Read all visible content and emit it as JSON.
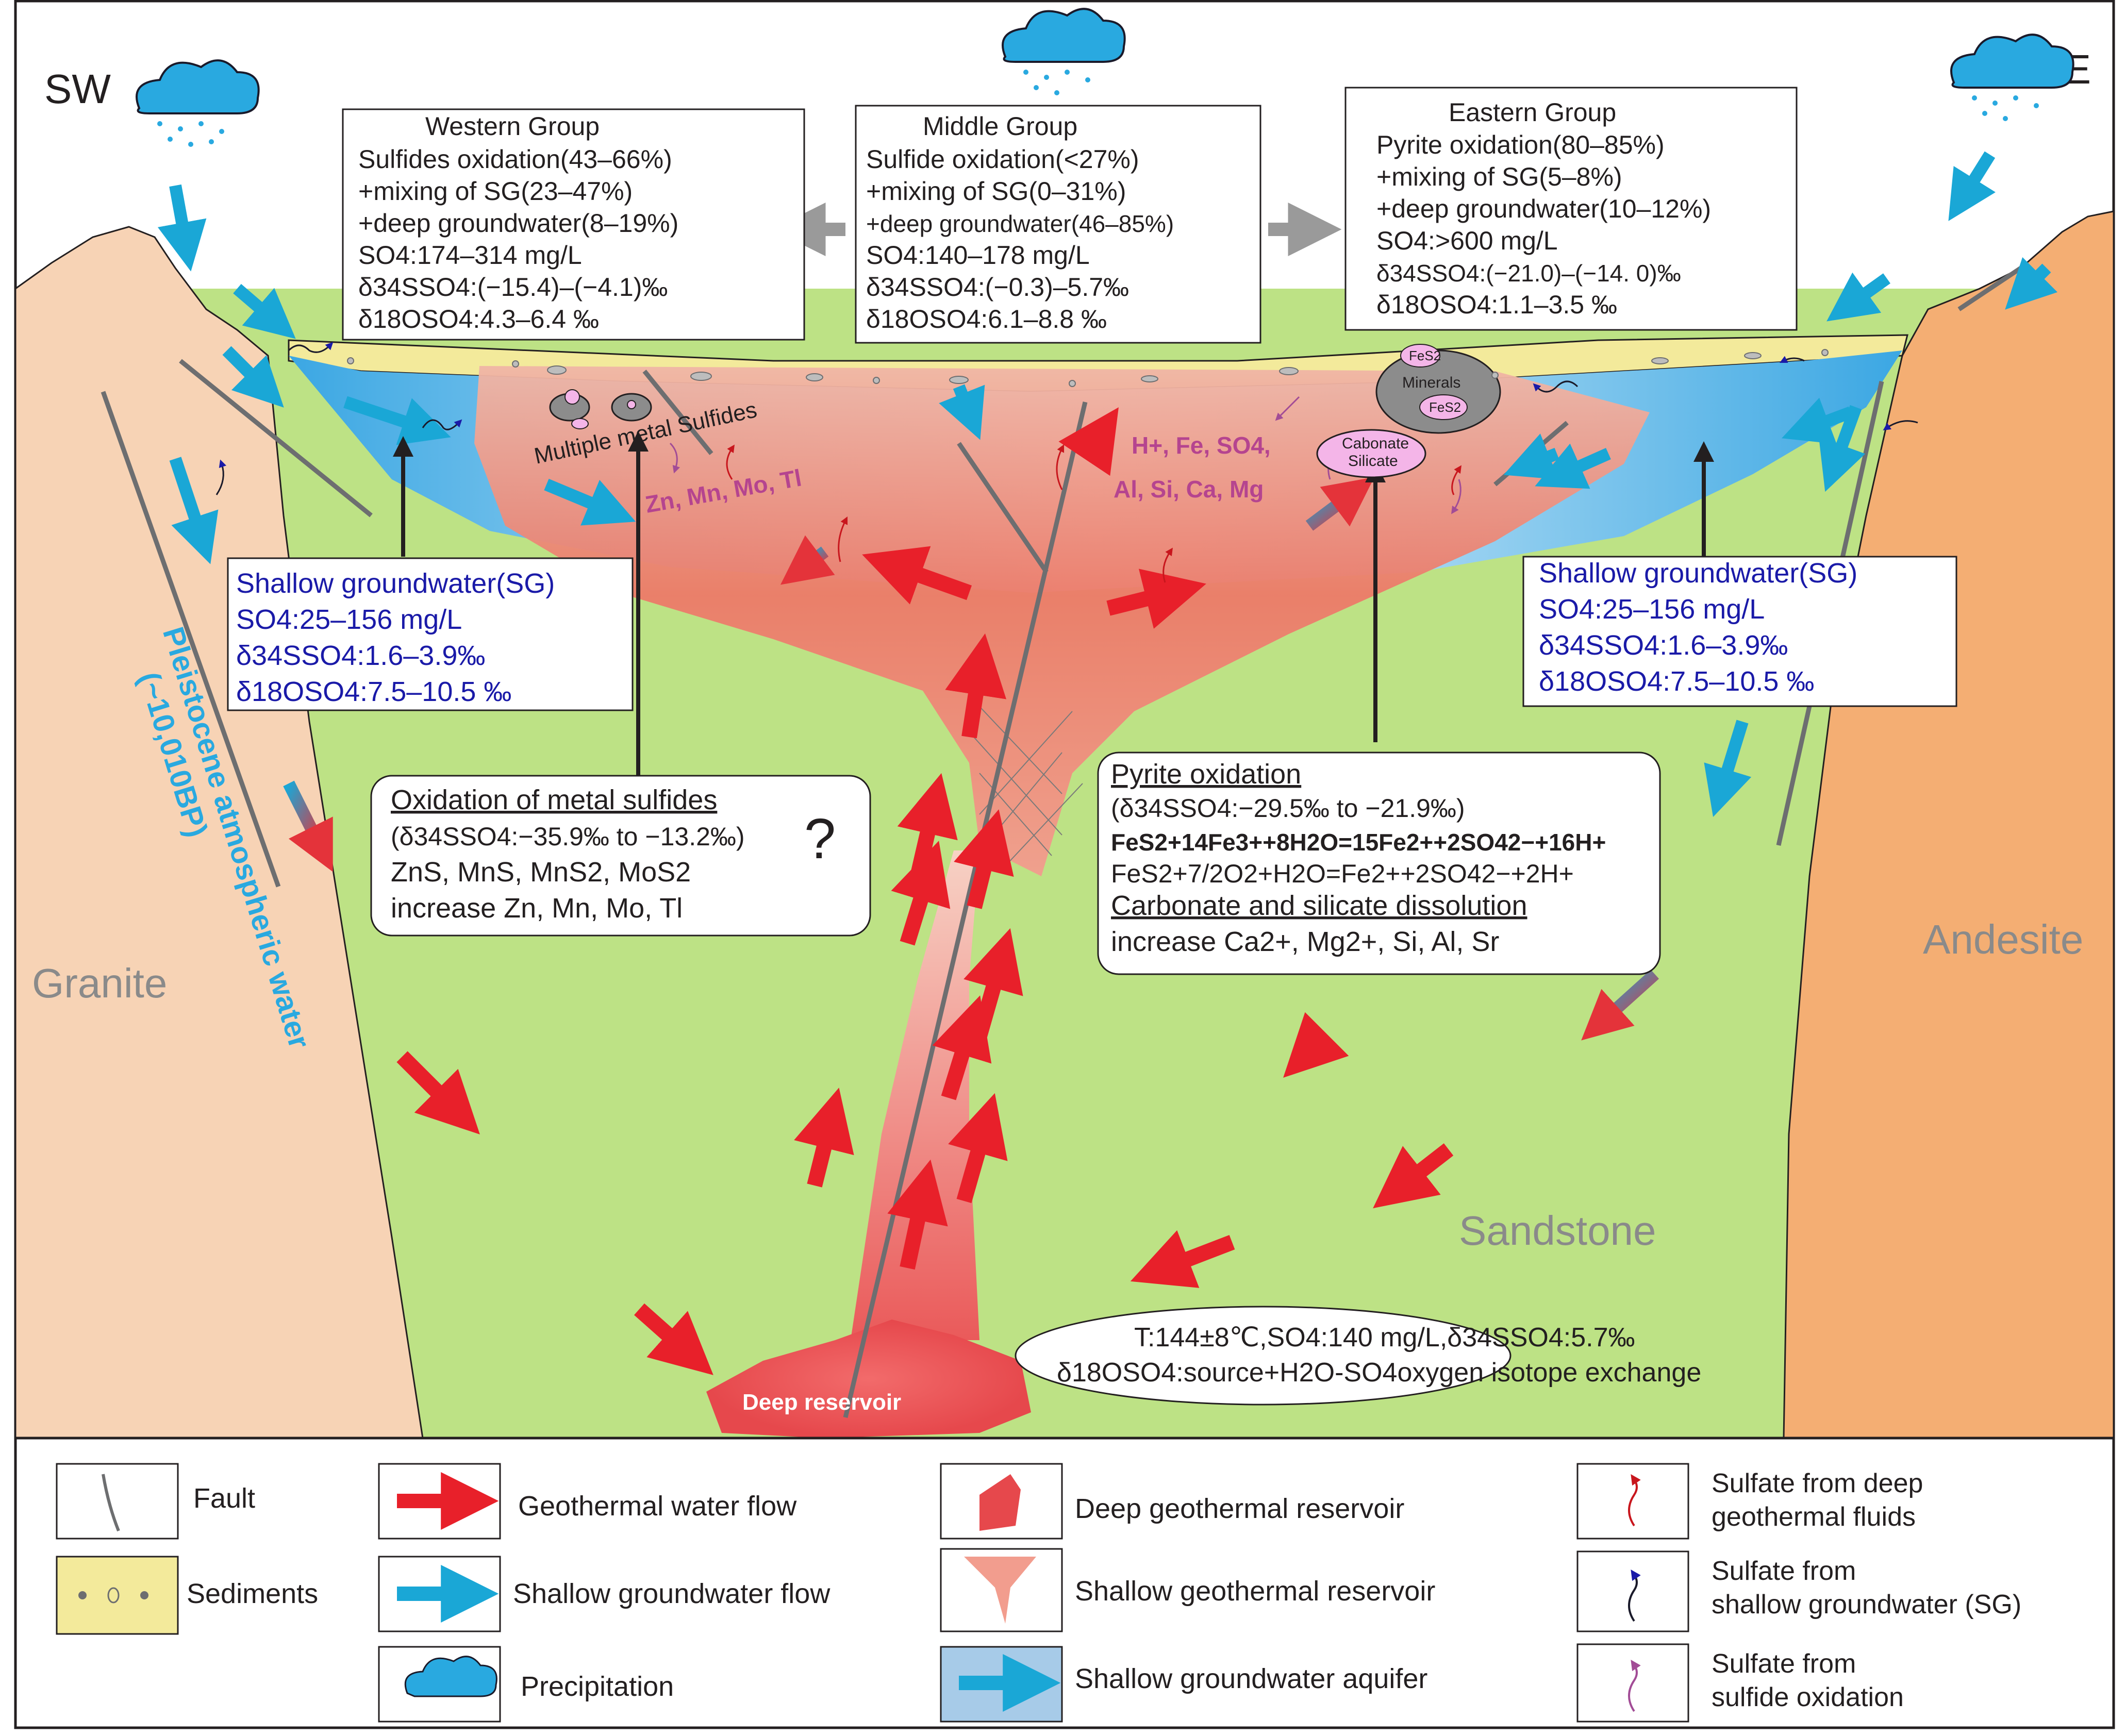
{
  "directions": {
    "sw": "SW",
    "ne": "NE"
  },
  "rock_labels": {
    "granite": "Granite",
    "andesite": "Andesite",
    "sandstone": "Sandstone"
  },
  "pleistocene": {
    "line1": "Pleistocene atmospheric water",
    "line2": "(~10,010BP)"
  },
  "western_group": {
    "title": "Western Group",
    "l1": "Sulfides oxidation(43–66%)",
    "l2": "+mixing of SG(23–47%)",
    "l3": "+deep groundwater(8–19%)",
    "l4": "SO4:174–314 mg/L",
    "l5": "δ34SSO4:(−15.4)–(−4.1)‰",
    "l6": "δ18OSO4:4.3–6.4 ‰"
  },
  "middle_group": {
    "title": "Middle Group",
    "l1": "Sulfide oxidation(<27%)",
    "l2": "+mixing of SG(0–31%)",
    "l3": "+deep groundwater(46–85%)",
    "l4": "SO4:140–178 mg/L",
    "l5": "δ34SSO4:(−0.3)–5.7‰",
    "l6": "δ18OSO4:6.1–8.8 ‰"
  },
  "eastern_group": {
    "title": "Eastern Group",
    "l1": "Pyrite oxidation(80–85%)",
    "l2": "+mixing of SG(5–8%)",
    "l3": "+deep groundwater(10–12%)",
    "l4": "SO4:>600 mg/L",
    "l5": "δ34SSO4:(−21.0)–(−14. 0)‰",
    "l6": "δ18OSO4:1.1–3.5 ‰"
  },
  "sg_box": {
    "title": "Shallow groundwater(SG)",
    "so4": "SO4:25–156 mg/L",
    "d34": "δ34SSO4:1.6–3.9‰",
    "d18": "δ18OSO4:7.5–10.5 ‰"
  },
  "oxidation_box": {
    "title": "Oxidation of metal sulfides",
    "l1": "(δ34SSO4:−35.9‰ to −13.2‰)",
    "q": "?",
    "l2": "ZnS, MnS, MnS2, MoS2",
    "l3": "increase Zn, Mn, Mo, Tl"
  },
  "pyrite_box": {
    "title": "Pyrite oxidation",
    "l1": "(δ34SSO4:−29.5‰ to −21.9‰)",
    "eq1": "FeS2+14Fe3++8H2O=15Fe2++2SO42−+16H+",
    "eq2": "FeS2+7/2O2+H2O=Fe2++2SO42−+2H+",
    "sub": "Carbonate and silicate dissolution",
    "l2": "increase Ca2+, Mg2+, Si, Al, Sr"
  },
  "deep_box": {
    "l1": "T:144±8℃,SO4:140 mg/L,δ34SSO4:5.7‰",
    "l2": "δ18OSO4:source+H2O-SO4oxygen isotope exchange"
  },
  "inline_labels": {
    "multiple_sulfides": "Multiple metal Sulfides",
    "zn_mn": "Zn, Mn, Mo, Tl",
    "h_fe": "H+, Fe, SO4,",
    "al_si": "Al, Si, Ca, Mg",
    "minerals": "Minerals",
    "fes2": "FeS2",
    "cabonate": "Cabonate",
    "silicate": "Silicate",
    "deep_reservoir": "Deep reservoir"
  },
  "legend": {
    "fault": "Fault",
    "sediments": "Sediments",
    "geothermal_flow": "Geothermal  water flow",
    "shallow_flow": "Shallow groundwater flow",
    "precipitation": "Precipitation",
    "deep_geo": "Deep geothermal reservoir",
    "shallow_geo": "Shallow geothermal reservoir",
    "aquifer": "Shallow groundwater aquifer",
    "deep_sulfate_1": "Sulfate from deep",
    "deep_sulfate_2": "geothermal fluids",
    "sg_sulfate_1": "Sulfate from",
    "sg_sulfate_2": "shallow groundwater (SG)",
    "oxid_sulfate_1": "Sulfate from",
    "oxid_sulfate_2": "sulfide oxidation"
  },
  "colors": {
    "sandstone": "#bde285",
    "granite": "#f7d3b5",
    "andesite": "#f4ae73",
    "sediments": "#f3ea9b",
    "aquifer": "#5eb6e6",
    "geothermal_arrow": "#e8202a",
    "shallow_arrow": "#1aa7d6",
    "deep_sulfate": "#c8161d",
    "sg_sulfate": "#1a1aa8",
    "oxid_sulfate": "#a24c96"
  }
}
